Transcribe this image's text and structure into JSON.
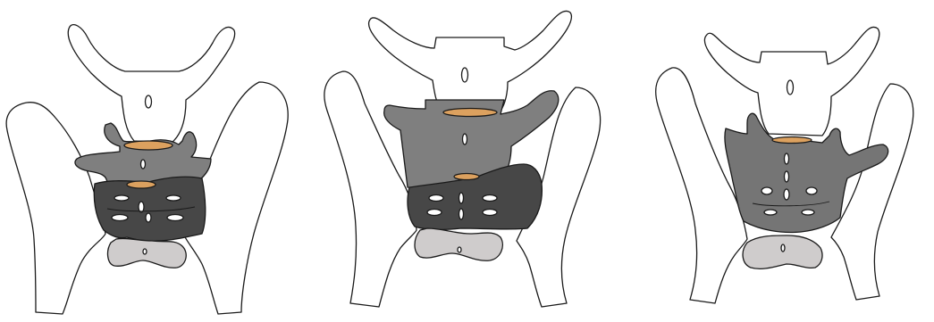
{
  "figure": {
    "panel_count": 3,
    "background": "#ffffff",
    "colors": {
      "outline": "#1a1a1a",
      "bone_white": "#ffffff",
      "vertebra_mid_grey": "#7f7f7f",
      "vertebra_dark_grey": "#474747",
      "coccyx_light_grey": "#cfcccc",
      "disc_orange": "#dca15f",
      "sacrum_grey": "#757575"
    },
    "panels": [
      {
        "id": "left",
        "parts": [
          "vertebra-top-white",
          "vertebra-mid-grey",
          "vertebra-dark",
          "coccyx-light",
          "disc-upper",
          "disc-lower",
          "ilium-left",
          "ilium-right"
        ]
      },
      {
        "id": "middle",
        "parts": [
          "vertebra-top-white",
          "vertebra-mid-grey",
          "vertebra-dark",
          "coccyx-light",
          "disc-upper",
          "disc-lower",
          "ilium-left",
          "ilium-right"
        ]
      },
      {
        "id": "right",
        "parts": [
          "vertebra-top-white",
          "sacrum-grey",
          "coccyx-light",
          "disc-upper",
          "ilium-left",
          "ilium-right"
        ]
      }
    ]
  }
}
